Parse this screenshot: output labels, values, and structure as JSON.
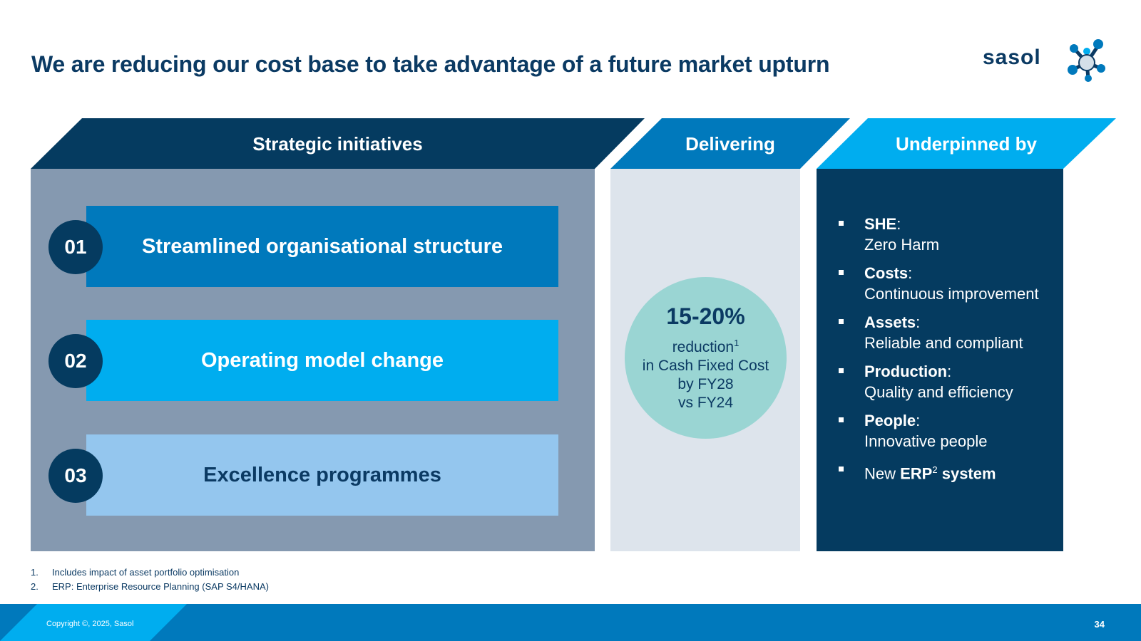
{
  "title": "We are reducing our cost base to take advantage of a future market upturn",
  "logo": {
    "text": "sasol",
    "icon": "molecule-icon"
  },
  "headers": {
    "strategic": "Strategic initiatives",
    "delivering": "Delivering",
    "underpinned": "Underpinned by"
  },
  "initiatives": [
    {
      "number": "01",
      "label": "Streamlined organisational structure"
    },
    {
      "number": "02",
      "label": "Operating model change"
    },
    {
      "number": "03",
      "label": "Excellence programmes"
    }
  ],
  "delivering": {
    "headline": "15-20%",
    "line1": "reduction",
    "line1_sup": "1",
    "line2": "in Cash Fixed Cost",
    "line3": "by FY28",
    "line4": "vs FY24"
  },
  "underpinned": [
    {
      "bold": "SHE",
      "sep": ":",
      "detail": "Zero Harm"
    },
    {
      "bold": "Costs",
      "sep": ":",
      "detail": "Continuous improvement"
    },
    {
      "bold": "Assets",
      "sep": ":",
      "detail": "Reliable and compliant"
    },
    {
      "bold": "Production",
      "sep": ":",
      "detail": "Quality and efficiency"
    },
    {
      "bold": "People",
      "sep": ":",
      "detail": "Innovative people"
    }
  ],
  "erp_item": {
    "prefix": "New ",
    "bold": "ERP",
    "sup": "2",
    "suffix": " system"
  },
  "footnotes": [
    {
      "num": "1.",
      "text": "Includes impact of asset portfolio optimisation"
    },
    {
      "num": "2.",
      "text": "ERP:  Enterprise Resource Planning (SAP S4/HANA)"
    }
  ],
  "footer": {
    "copyright": "Copyright ©, 2025, Sasol",
    "page": "34"
  },
  "colors": {
    "navy": "#053b60",
    "title": "#0b3a63",
    "blue": "#0079bc",
    "cyan": "#00adef",
    "light_blue": "#94c6ee",
    "teal": "#9ad5d3",
    "grey_panel": "#8599b0"
  }
}
